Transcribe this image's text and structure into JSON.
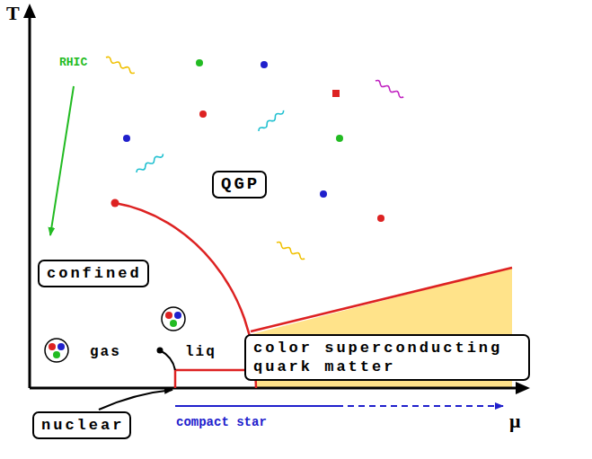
{
  "diagram": {
    "nodes": [
      {
        "text": [
          "QGP"
        ]
      },
      {
        "text": [
          "confined"
        ]
      },
      {
        "text": [
          "color superconducting quark matter"
        ]
      },
      {
        "text": [
          "nuclear"
        ]
      }
    ],
    "labels": [
      "T",
      "μ",
      "RHIC",
      "gas",
      "liq",
      "compact star"
    ]
  }
}
